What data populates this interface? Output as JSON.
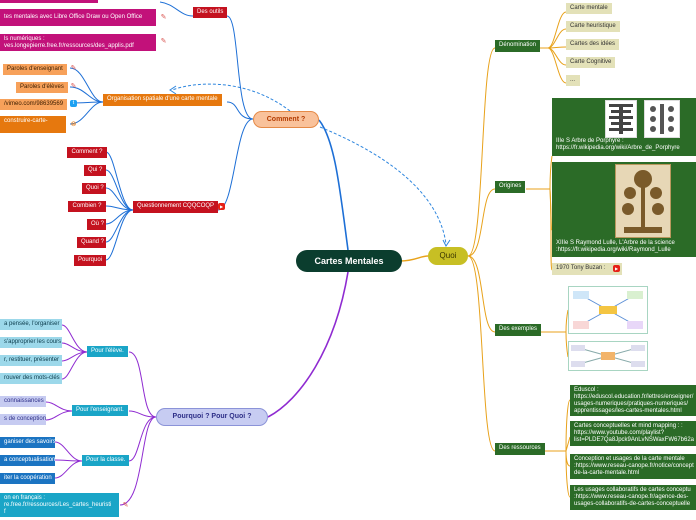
{
  "central": "Cartes Mentales",
  "quoi": {
    "label": "Quoi",
    "denomination": {
      "label": "Dénomination",
      "items": [
        "Carte mentale",
        "Carte heuristique",
        "Cartes des idées",
        "Carte Cognitive",
        "..."
      ]
    },
    "origines": {
      "label": "Origines",
      "porphyre": [
        "IIIe S Arbre de Porphyre :",
        "https://fr.wikipedia.org/wiki/Arbre_de_Porphyre"
      ],
      "lulle": [
        "XIIIe S Raymond Lulle, L'Arbre de la science",
        ":https://fr.wikipedia.org/wiki/Raymond_Lulle"
      ],
      "buzan": "1970 Tony Buzan :"
    },
    "exemples": {
      "label": "Des exemples"
    },
    "ressources": {
      "label": "Des ressources",
      "items": [
        [
          "Eduscol :",
          "https://eduscol.education.fr/lettres/enseigner/",
          "usages-numeriques/pratiques-numeriques/",
          "apprentissages/les-cartes-mentales.html"
        ],
        [
          "Cartes conceptuelles et mind mapping : :",
          "https://www.youtube.com/playlist?",
          "list=PLDE7Qa8Jpck9AnLvNSWaxFW67b62a"
        ],
        [
          "Conception et usages de la carte mentale",
          ":https://www.reseau-canope.fr/notice/concept",
          "de-la-carte-mentale.html"
        ],
        [
          "Les usages collaboratifs de cartes conceptu",
          ":https://www.reseau-canope.fr/agence-des-",
          "usages-collaboratifs-de-cartes-conceptuelle"
        ]
      ]
    }
  },
  "comment": {
    "label": "Comment ?",
    "outils": "Des outils",
    "tool_libre": "tes mentales avec Libre Office Draw ou Open Office",
    "tool_num": [
      "ls numériques :",
      "ves.longepierre.free.fr/ressources/des_applis.pdf"
    ],
    "paroles_ens": "Paroles d'enseignant",
    "paroles_el": "Paroles d'élèves",
    "vimeo": "/vimeo.com/98639569",
    "construire": "construire-carte-",
    "organisation": "Organisation spatiale d'une carte mentale",
    "questionnement": "Questionnement CQQCOQP",
    "questions": [
      "Comment ?",
      "Qui ?",
      "Quoi ?",
      "Combien ?",
      "Où ?",
      "Quand ?",
      "Pourquoi"
    ]
  },
  "pourquoi": {
    "label": "Pourquoi ? Pour Quoi ?",
    "eleve": {
      "label": "Pour l'élève.",
      "items": [
        "a pensée, l'organiser",
        "s'approprier les cours",
        "r, restituer, présenter",
        "rouver des mots-clés"
      ]
    },
    "enseignant": {
      "label": "Pour l'enseignant.",
      "items": [
        "connaissances",
        "s de conception"
      ]
    },
    "classe": {
      "label": "Pour la classe.",
      "items": [
        "ganiser des savoirs",
        "a conceptualisation",
        "iter la coopération"
      ]
    },
    "bottom": [
      "on en français :",
      "re.free.fr/ressources/Les_cartes_heuristi",
      "f"
    ]
  },
  "colors": {
    "central": "#0b3d2e",
    "quoi": "#c7bf24",
    "comment": "#f9c29b",
    "pourquoi": "#c7ccf2",
    "line_quoi": "#e8a21b",
    "line_comment": "#1d6fd6",
    "line_pourquoi": "#8f2bd1"
  }
}
